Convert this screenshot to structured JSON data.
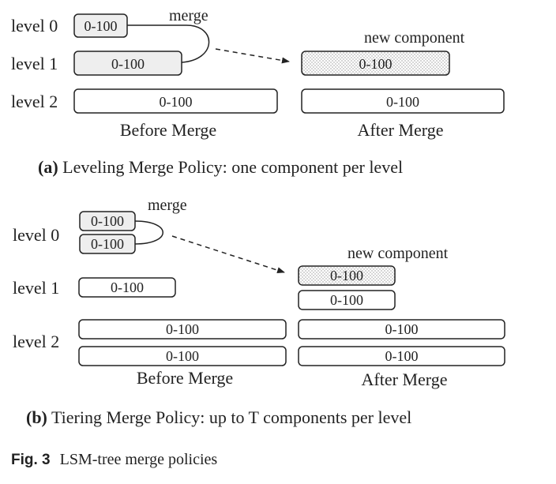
{
  "colors": {
    "stroke": "#222222",
    "filled": "#eeeeee",
    "new": "#e6e6e6",
    "plain": "#ffffff"
  },
  "panel_a": {
    "level_labels": [
      "level 0",
      "level 1",
      "level 2"
    ],
    "component_label": "0-100",
    "merge_label": "merge",
    "new_component_label": "new component",
    "before_label": "Before Merge",
    "after_label": "After Merge",
    "caption_prefix": "(a)",
    "caption_text": " Leveling Merge Policy: one component per level"
  },
  "panel_b": {
    "level_labels": [
      "level 0",
      "level 1",
      "level 2"
    ],
    "component_label": "0-100",
    "merge_label": "merge",
    "new_component_label": "new component",
    "before_label": "Before Merge",
    "after_label": "After Merge",
    "caption_prefix": "(b)",
    "caption_text": " Tiering Merge Policy: up to T components per level"
  },
  "figure_caption": {
    "number": "Fig. 3",
    "text": "LSM-tree merge policies"
  }
}
